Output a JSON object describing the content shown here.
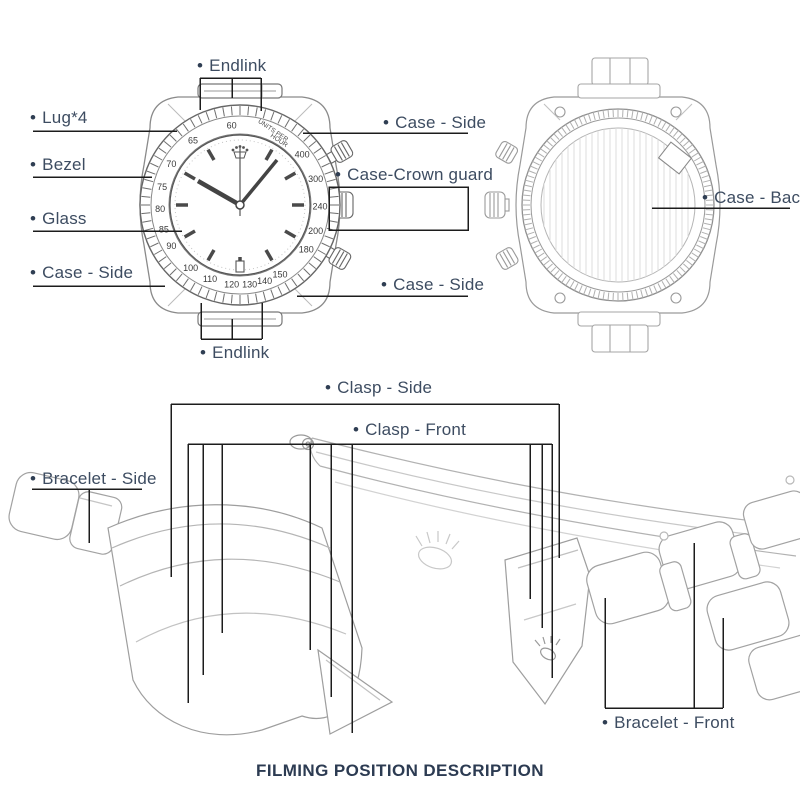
{
  "title": "FILMING POSITION DESCRIPTION",
  "bullet": "•",
  "labels": {
    "endlink_top": "Endlink",
    "lug": "Lug*4",
    "bezel": "Bezel",
    "glass": "Glass",
    "case_side_left": "Case - Side",
    "endlink_bottom": "Endlink",
    "case_side_top_right": "Case - Side",
    "case_crown_guard": "Case-Crown guard",
    "case_back": "Case - Back",
    "case_side_bottom_right": "Case - Side",
    "clasp_side": "Clasp - Side",
    "clasp_front": "Clasp - Front",
    "bracelet_side": "Bracelet - Side",
    "bracelet_front": "Bracelet - Front"
  },
  "illustration": {
    "tachymeter_numbers": [
      "60",
      "400",
      "300",
      "240",
      "200",
      "180",
      "150",
      "140",
      "130",
      "120",
      "110",
      "100",
      "90",
      "85",
      "80",
      "75",
      "70",
      "65"
    ],
    "tachymeter_legend": "UNITS PER HOUR"
  },
  "colors": {
    "label_text": "#3d4c61",
    "title_text": "#2c3b52",
    "leader_line": "#1c1c1c",
    "sketch_dark": "#666666",
    "sketch_light": "#a8a8a8"
  }
}
